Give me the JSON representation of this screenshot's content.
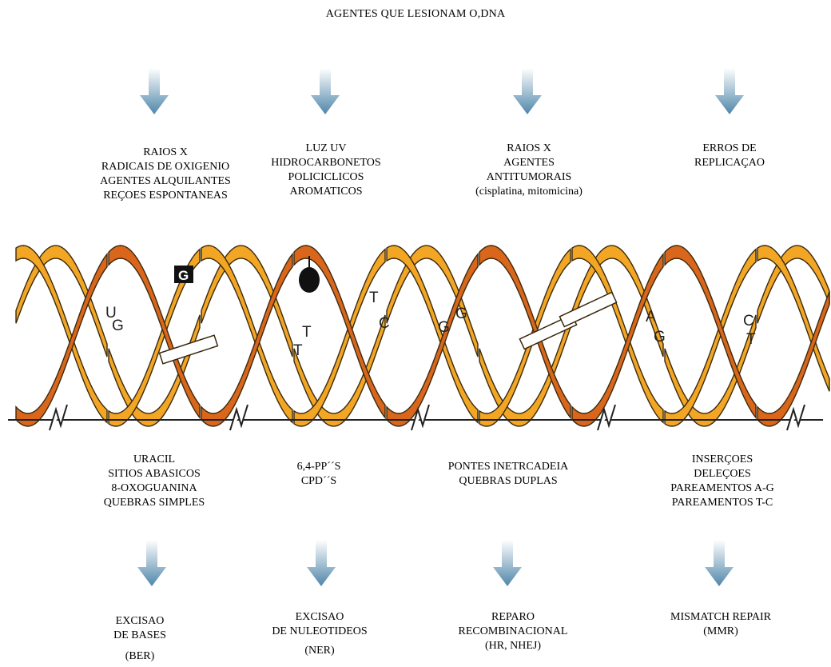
{
  "title": "AGENTES QUE LESIONAM O,DNA",
  "agents": [
    {
      "lines": [
        "RAIOS X",
        "RADICAIS DE OXIGENIO",
        "AGENTES ALQUILANTES",
        "REÇOES ESPONTANEAS"
      ]
    },
    {
      "lines": [
        "LUZ UV",
        "HIDROCARBONETOS",
        "POLICICLICOS",
        "AROMATICOS"
      ]
    },
    {
      "lines": [
        "RAIOS X",
        "AGENTES",
        "ANTITUMORAIS",
        "(cisplatina, mitomicina)"
      ]
    },
    {
      "lines": [
        "ERROS  DE",
        "REPLICAÇAO"
      ]
    }
  ],
  "lesions": [
    {
      "lines": [
        "URACIL",
        "SITIOS ABASICOS",
        "8-OXOGUANINA",
        "QUEBRAS SIMPLES"
      ]
    },
    {
      "lines": [
        "6,4-PP´´S",
        "CPD´´S"
      ]
    },
    {
      "lines": [
        "PONTES INETRCADEIA",
        "QUEBRAS DUPLAS"
      ]
    },
    {
      "lines": [
        "INSERÇOES",
        "DELEÇOES",
        "PAREAMENTOS A-G",
        "PAREAMENTOS T-C"
      ]
    }
  ],
  "repairs": [
    {
      "lines": [
        "EXCISAO",
        "DE BASES",
        "(BER)"
      ]
    },
    {
      "lines": [
        "EXCISAO",
        "DE NULEOTIDEOS",
        "",
        "(NER)"
      ]
    },
    {
      "lines": [
        "REPARO",
        "RECOMBINACIONAL",
        "(HR, NHEJ)"
      ]
    },
    {
      "lines": [
        "MISMATCH REPAIR",
        "(MMR)"
      ]
    }
  ],
  "dna_letters": [
    "U",
    "G",
    "G",
    "T",
    "T",
    "T",
    "C",
    "G",
    "G",
    "A",
    "G",
    "C",
    "T"
  ],
  "colors": {
    "strand_front": "#d9661a",
    "strand_back": "#f2a623",
    "outline": "#3a2a10",
    "arrow": "#5a8fb0",
    "backbone": "#222222"
  }
}
